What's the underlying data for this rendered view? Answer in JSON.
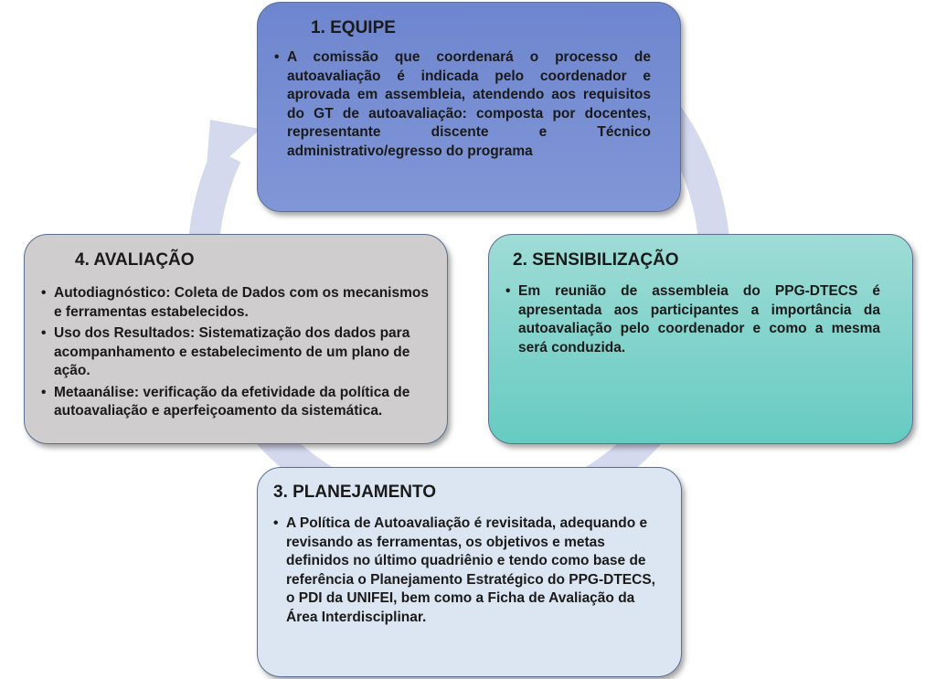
{
  "colors": {
    "equipe": "#7589d2",
    "sensibilizacao": "#7fd1c9",
    "planejamento": "#dce6f2",
    "avaliacao": "#cfcdcd",
    "cycle_arrow": "#d4d9ee"
  },
  "icons": {
    "cycle": "circular-arrow-icon",
    "bullet": "bullet-dot-icon"
  },
  "bullet_char": "•",
  "cards": {
    "equipe": {
      "title": "1. EQUIPE",
      "bullets": [
        "A comissão que coordenará o processo de autoavaliação é indicada pelo coordenador e aprovada em assembleia, atendendo aos requisitos do GT de autoavaliação: composta por docentes, representante discente e Técnico administrativo/egresso do programa"
      ]
    },
    "sensibilizacao": {
      "title": "2. SENSIBILIZAÇÃO",
      "bullets": [
        "Em reunião de assembleia do PPG-DTECS é apresentada aos participantes a importância da autoavaliação pelo coordenador e como a mesma será conduzida."
      ]
    },
    "planejamento": {
      "title": "3. PLANEJAMENTO",
      "bullets": [
        "A Política de Autoavaliação é revisitada, adequando e revisando as ferramentas, os objetivos e metas definidos no último quadriênio e tendo como base de referência o Planejamento Estratégico do PPG-DTECS, o PDI da UNIFEI, bem como a Ficha de Avaliação da Área Interdisciplinar."
      ]
    },
    "avaliacao": {
      "title": "4. AVALIAÇÃO",
      "bullets": [
        "Autodiagnóstico: Coleta de Dados com os mecanismos e ferramentas estabelecidos.",
        "Uso dos Resultados: Sistematização dos dados para acompanhamento  e estabelecimento de um plano de ação.",
        "Metaanálise: verificação da efetividade da política de autoavaliação e aperfeiçoamento da sistemática."
      ]
    }
  }
}
